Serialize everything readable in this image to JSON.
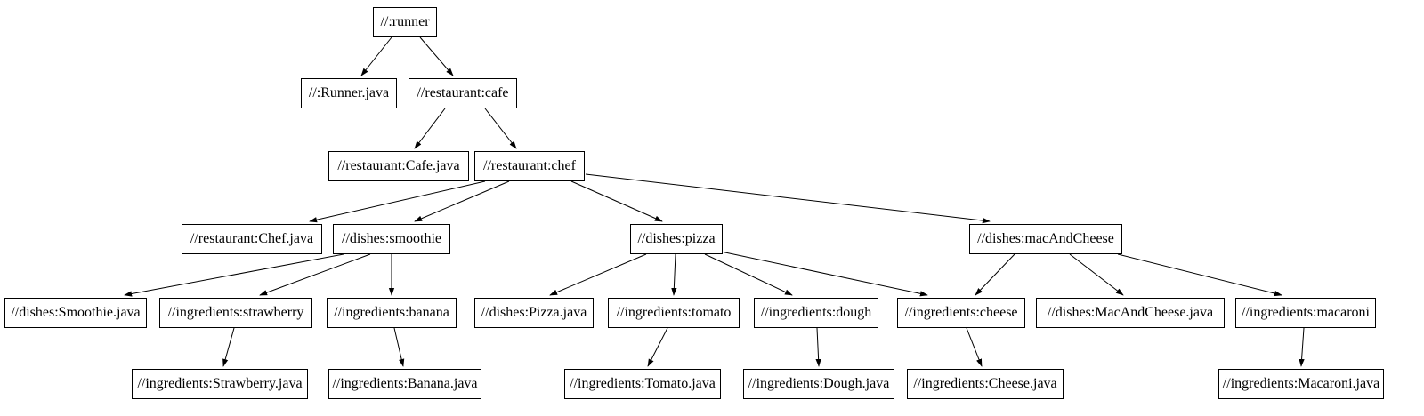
{
  "diagram": {
    "type": "dependency-graph",
    "edge_color": "#000000",
    "node_fill": "#ffffff",
    "node_border": "#000000"
  },
  "graph": {
    "nodes": [
      {
        "id": "runner",
        "label": "//:runner"
      },
      {
        "id": "runner-java",
        "label": "//:Runner.java"
      },
      {
        "id": "cafe",
        "label": "//restaurant:cafe"
      },
      {
        "id": "cafe-java",
        "label": "//restaurant:Cafe.java"
      },
      {
        "id": "chef",
        "label": "//restaurant:chef"
      },
      {
        "id": "chef-java",
        "label": "//restaurant:Chef.java"
      },
      {
        "id": "smoothie",
        "label": "//dishes:smoothie"
      },
      {
        "id": "pizza",
        "label": "//dishes:pizza"
      },
      {
        "id": "mac-and-cheese",
        "label": "//dishes:macAndCheese"
      },
      {
        "id": "smoothie-java",
        "label": "//dishes:Smoothie.java"
      },
      {
        "id": "strawberry",
        "label": "//ingredients:strawberry"
      },
      {
        "id": "banana",
        "label": "//ingredients:banana"
      },
      {
        "id": "pizza-java",
        "label": "//dishes:Pizza.java"
      },
      {
        "id": "tomato",
        "label": "//ingredients:tomato"
      },
      {
        "id": "dough",
        "label": "//ingredients:dough"
      },
      {
        "id": "cheese",
        "label": "//ingredients:cheese"
      },
      {
        "id": "mac-and-cheese-java",
        "label": "//dishes:MacAndCheese.java"
      },
      {
        "id": "macaroni",
        "label": "//ingredients:macaroni"
      },
      {
        "id": "strawberry-java",
        "label": "//ingredients:Strawberry.java"
      },
      {
        "id": "banana-java",
        "label": "//ingredients:Banana.java"
      },
      {
        "id": "tomato-java",
        "label": "//ingredients:Tomato.java"
      },
      {
        "id": "dough-java",
        "label": "//ingredients:Dough.java"
      },
      {
        "id": "cheese-java",
        "label": "//ingredients:Cheese.java"
      },
      {
        "id": "macaroni-java",
        "label": "//ingredients:Macaroni.java"
      }
    ],
    "edges": [
      {
        "from": "runner",
        "to": "runner-java"
      },
      {
        "from": "runner",
        "to": "cafe"
      },
      {
        "from": "cafe",
        "to": "cafe-java"
      },
      {
        "from": "cafe",
        "to": "chef"
      },
      {
        "from": "chef",
        "to": "chef-java"
      },
      {
        "from": "chef",
        "to": "smoothie"
      },
      {
        "from": "chef",
        "to": "pizza"
      },
      {
        "from": "chef",
        "to": "mac-and-cheese"
      },
      {
        "from": "smoothie",
        "to": "smoothie-java"
      },
      {
        "from": "smoothie",
        "to": "strawberry"
      },
      {
        "from": "smoothie",
        "to": "banana"
      },
      {
        "from": "strawberry",
        "to": "strawberry-java"
      },
      {
        "from": "banana",
        "to": "banana-java"
      },
      {
        "from": "pizza",
        "to": "pizza-java"
      },
      {
        "from": "pizza",
        "to": "tomato"
      },
      {
        "from": "pizza",
        "to": "dough"
      },
      {
        "from": "pizza",
        "to": "cheese"
      },
      {
        "from": "tomato",
        "to": "tomato-java"
      },
      {
        "from": "dough",
        "to": "dough-java"
      },
      {
        "from": "cheese",
        "to": "cheese-java"
      },
      {
        "from": "mac-and-cheese",
        "to": "cheese"
      },
      {
        "from": "mac-and-cheese",
        "to": "mac-and-cheese-java"
      },
      {
        "from": "mac-and-cheese",
        "to": "macaroni"
      },
      {
        "from": "macaroni",
        "to": "macaroni-java"
      }
    ]
  }
}
